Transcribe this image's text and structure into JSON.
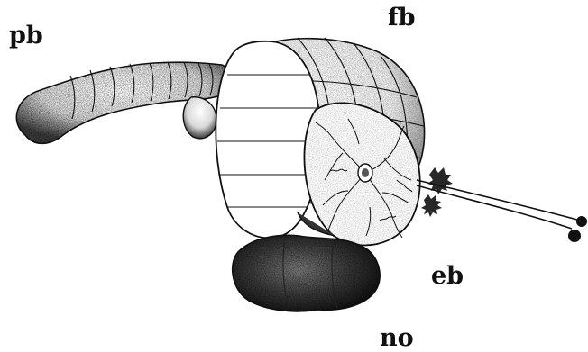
{
  "labels": {
    "pb": "pb",
    "fb": "fb",
    "eb": "eb",
    "no": "no"
  },
  "colors": {
    "ink": "#111111",
    "paper": "#ffffff"
  }
}
